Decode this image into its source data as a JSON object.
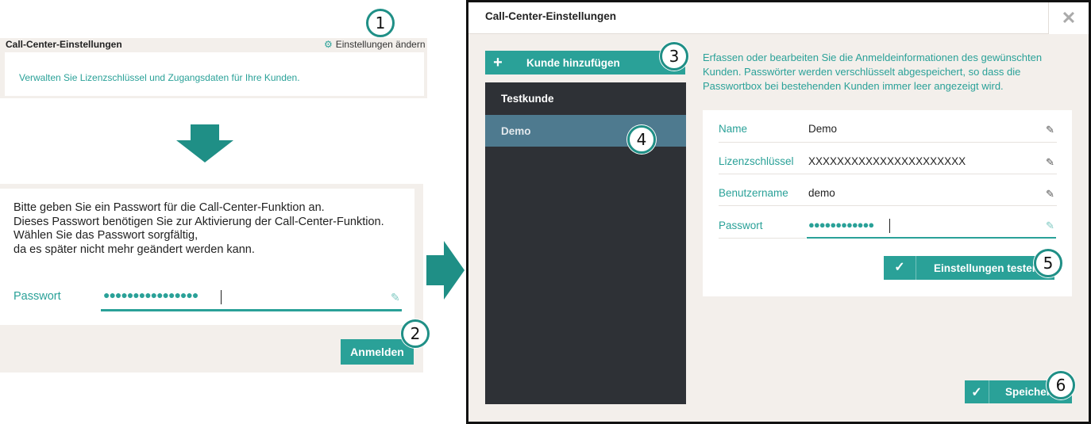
{
  "colors": {
    "accent": "#2aa198",
    "dark_list": "#2e3136",
    "selected_item": "#4e7a8f",
    "panel_bg": "#f3efeb"
  },
  "step1": {
    "title": "Call-Center-Einstellungen",
    "settings_link": "Einstellungen ändern",
    "settings_icon": "gear-icon",
    "description": "Verwalten Sie Lizenzschlüssel und Zugangsdaten für Ihre Kunden."
  },
  "step2": {
    "lines": [
      "Bitte geben Sie ein Passwort für die Call-Center-Funktion an.",
      "Dieses Passwort benötigen Sie zur Aktivierung der Call-Center-Funktion.",
      "Wählen Sie das Passwort sorgfältig,",
      "da es später nicht mehr geändert werden kann."
    ],
    "password_label": "Passwort",
    "password_value": "●●●●●●●●●●●●●●●●",
    "login_button": "Anmelden"
  },
  "dialog": {
    "title": "Call-Center-Einstellungen",
    "close": "✕",
    "add_customer_button": "Kunde hinzufügen",
    "customers": [
      {
        "name": "Testkunde",
        "selected": false
      },
      {
        "name": "Demo",
        "selected": true
      }
    ],
    "info_lines": [
      "Erfassen oder bearbeiten Sie die Anmeldeinformationen des gewünschten",
      "Kunden. Passwörter werden verschlüsselt abgespeichert, so dass die",
      "Passwortbox bei bestehenden Kunden immer leer angezeigt wird."
    ],
    "fields": {
      "name_label": "Name",
      "name_value": "Demo",
      "license_label": "Lizenzschlüssel",
      "license_value": "XXXXXXXXXXXXXXXXXXXXXX",
      "user_label": "Benutzername",
      "user_value": "demo",
      "password_label": "Passwort",
      "password_value": "●●●●●●●●●●●●"
    },
    "test_button": "Einstellungen testen",
    "save_button": "Speichern"
  },
  "callouts": [
    "1",
    "2",
    "3",
    "4",
    "5",
    "6"
  ]
}
